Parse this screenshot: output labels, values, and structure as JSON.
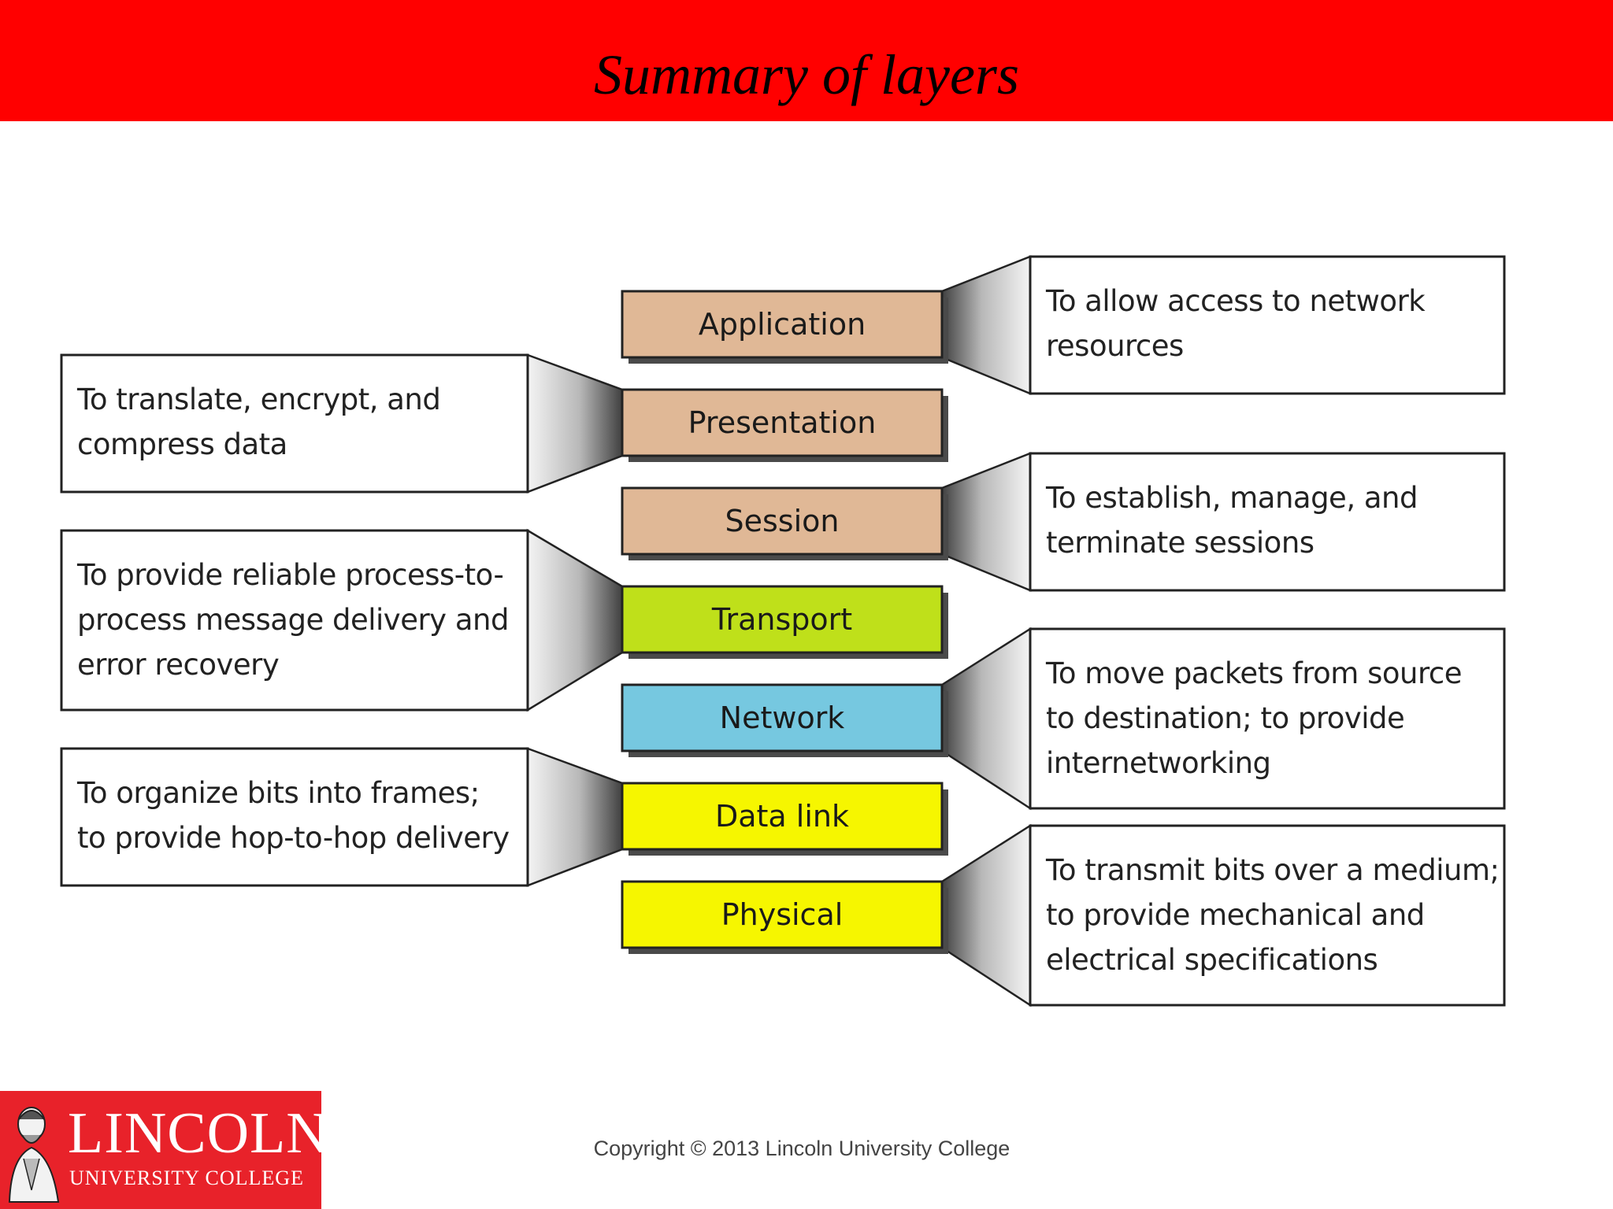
{
  "slide": {
    "title": "Summary of layers"
  },
  "colors": {
    "header": "#ff0000",
    "upper_layers": "#e0b896",
    "transport": "#bfe01a",
    "network": "#76c8e0",
    "lower_layers": "#f6f600"
  },
  "layers": [
    {
      "name": "Application",
      "color": "#e0b896",
      "description": "To allow access to network resources",
      "desc_lines": [
        "To allow access to network",
        "resources"
      ],
      "side": "right"
    },
    {
      "name": "Presentation",
      "color": "#e0b896",
      "description": "To translate, encrypt, and compress data",
      "desc_lines": [
        "To translate, encrypt, and",
        "compress data"
      ],
      "side": "left"
    },
    {
      "name": "Session",
      "color": "#e0b896",
      "description": "To establish, manage, and terminate sessions",
      "desc_lines": [
        "To establish, manage, and",
        "terminate sessions"
      ],
      "side": "right"
    },
    {
      "name": "Transport",
      "color": "#bfe01a",
      "description": "To provide reliable process-to-process message delivery and error recovery",
      "desc_lines": [
        "To provide reliable process-to-",
        "process message delivery and",
        "error recovery"
      ],
      "side": "left"
    },
    {
      "name": "Network",
      "color": "#76c8e0",
      "description": "To move packets from source to destination; to provide internetworking",
      "desc_lines": [
        "To move packets from source",
        "to destination; to provide",
        "internetworking"
      ],
      "side": "right"
    },
    {
      "name": "Data link",
      "color": "#f6f600",
      "description": "To organize bits into frames; to provide hop-to-hop delivery",
      "desc_lines": [
        "To organize bits into frames;",
        "to provide hop-to-hop delivery"
      ],
      "side": "left"
    },
    {
      "name": "Physical",
      "color": "#f6f600",
      "description": "To transmit bits over a medium; to provide mechanical and electrical specifications",
      "desc_lines": [
        "To transmit bits over a medium;",
        "to provide mechanical and",
        "electrical specifications"
      ],
      "side": "right"
    }
  ],
  "logo": {
    "name": "LINCOLN",
    "subtitle": "UNIVERSITY COLLEGE"
  },
  "footer": {
    "copyright": "Copyright © 2013 Lincoln University College"
  }
}
